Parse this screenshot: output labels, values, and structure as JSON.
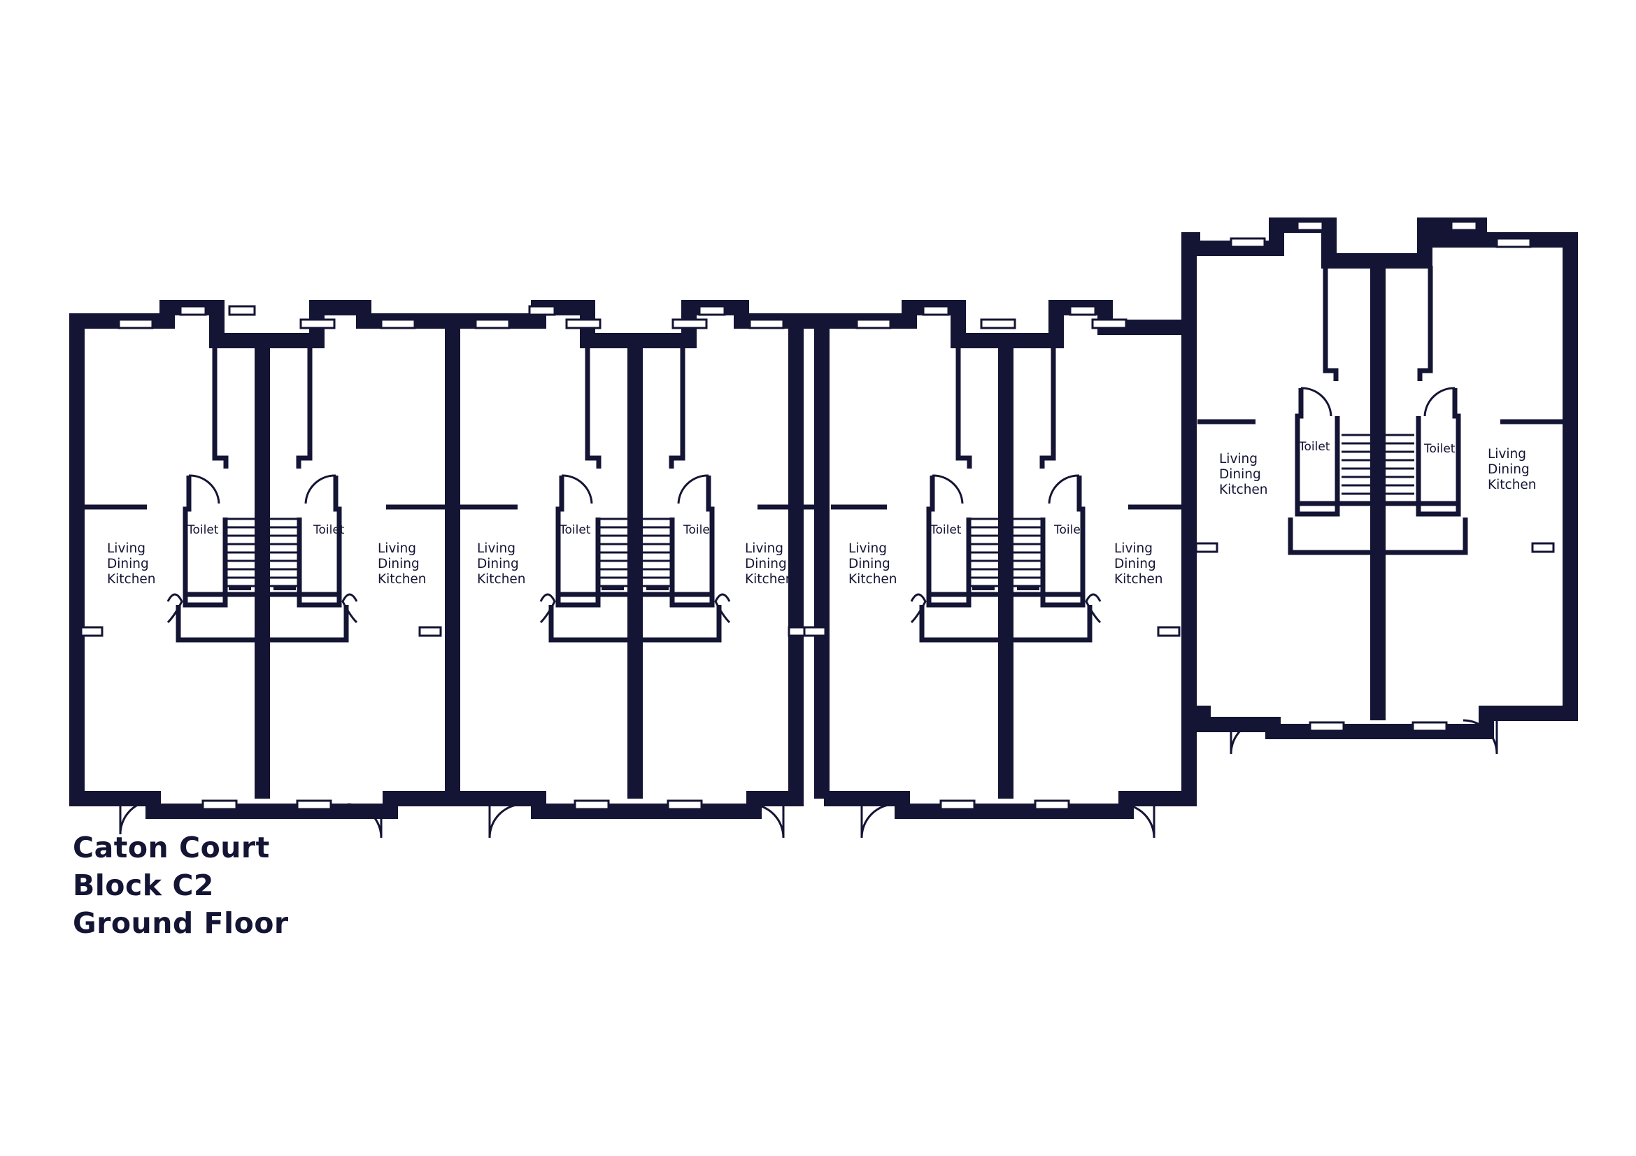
{
  "title_lines": [
    "Caton Court",
    "Block C2",
    "Ground Floor"
  ],
  "room_label_lines": [
    "Living",
    "Dining",
    "Kitchen"
  ],
  "toilet_label": "Toilet",
  "colors": {
    "wall": "#141434",
    "background": "#ffffff"
  },
  "units": [
    {
      "id": "unit-1"
    },
    {
      "id": "unit-2"
    },
    {
      "id": "unit-3"
    },
    {
      "id": "unit-4"
    },
    {
      "id": "unit-5"
    },
    {
      "id": "unit-6"
    },
    {
      "id": "unit-7"
    },
    {
      "id": "unit-8"
    }
  ]
}
